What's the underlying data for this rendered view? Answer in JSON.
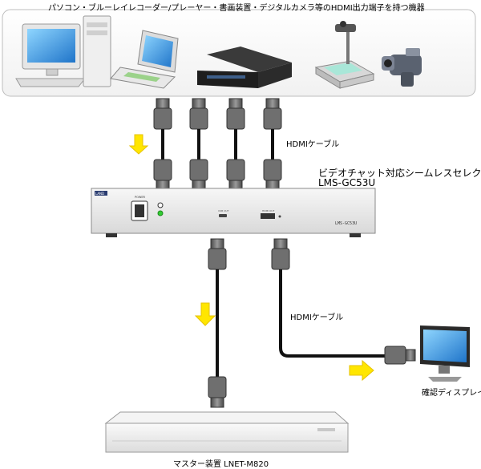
{
  "source_devices_caption": "パソコン・ブルーレイレコーダー/プレーヤー・書画装置・デジタルカメラ等のHDMI出力端子を持つ機器",
  "cable_label_top": "HDMIケーブル",
  "selector": {
    "title": "ビデオチャット対応シームレスセレクター",
    "model": "LMS-GC53U",
    "brand": "LAND",
    "power_label": "POWER",
    "usb_label": "USB OUT",
    "hdmi_label": "HDMI OUT",
    "front_model": "LMS-GC53U"
  },
  "cable_label_bottom": "HDMIケーブル",
  "display_label": "確認ディスプレイ",
  "master_label": "マスター装置 LNET-M820",
  "colors": {
    "arrow": "#ffe600",
    "arrow_edge": "#e6c200",
    "cable": "#111111",
    "connector": "#6f6f6f",
    "device_body": "#ebebeb",
    "led": "#33cc33"
  }
}
